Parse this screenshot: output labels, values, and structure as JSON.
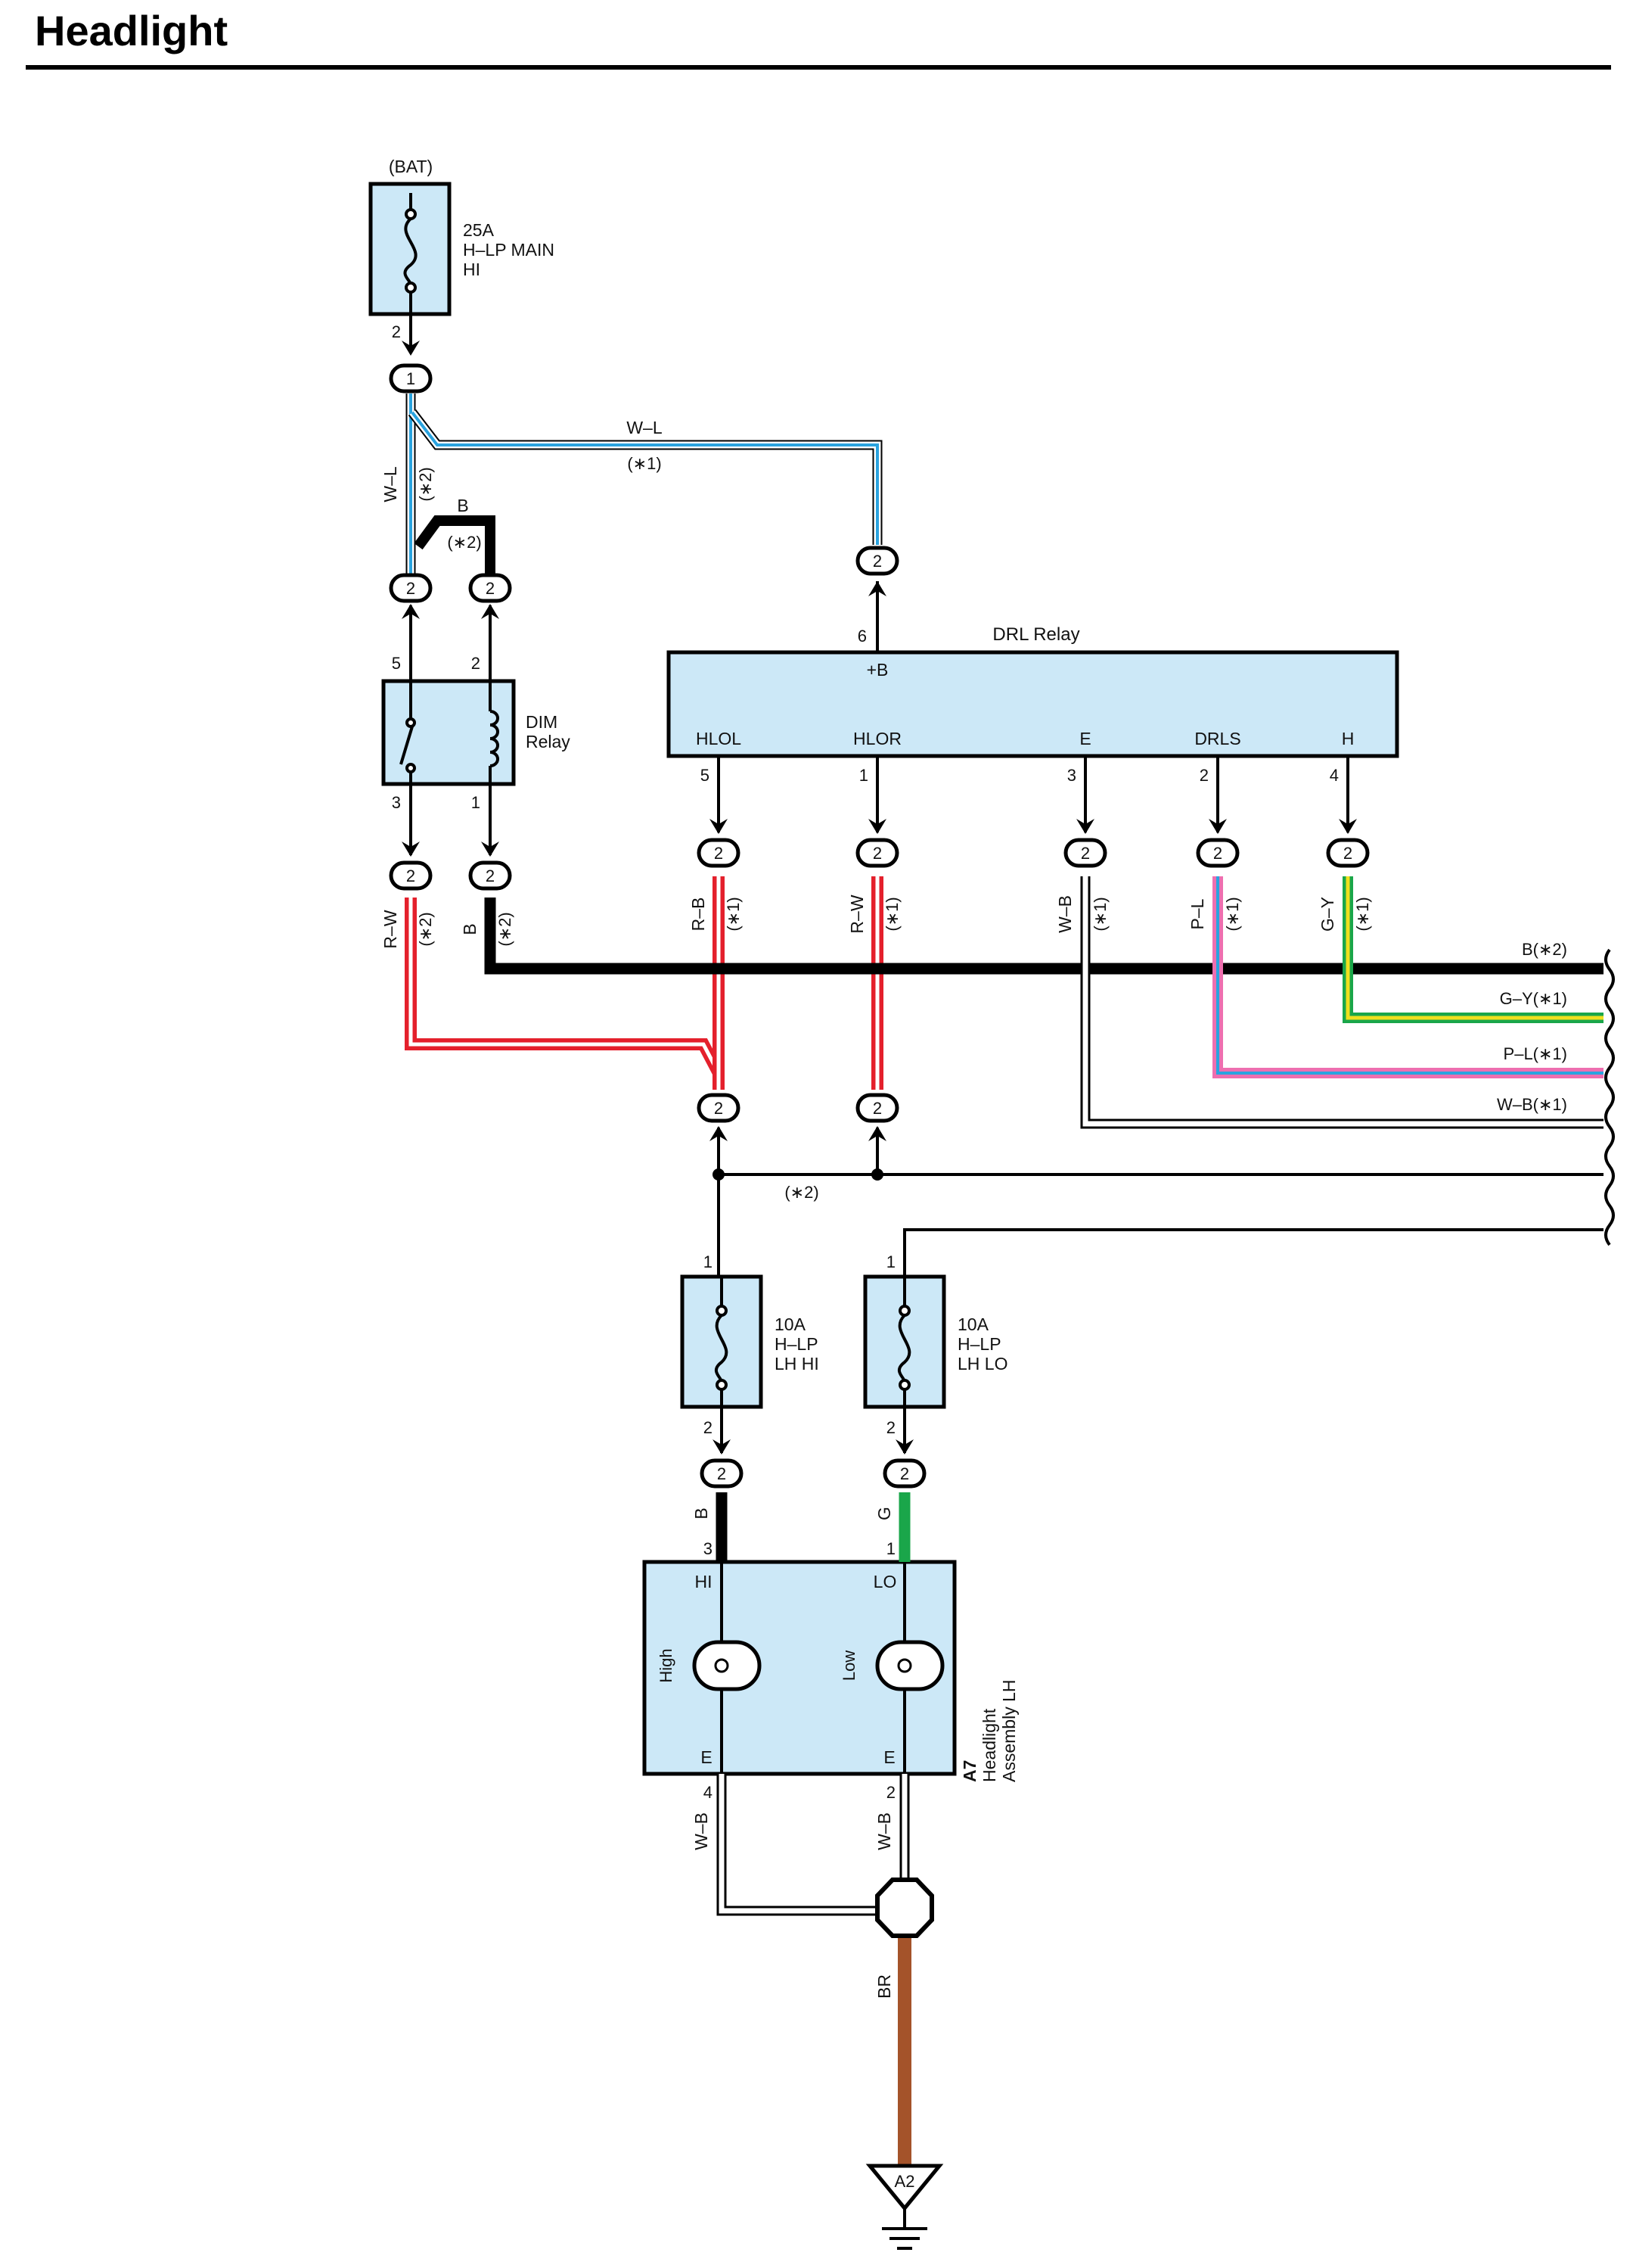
{
  "page": {
    "title": "Headlight"
  },
  "colors": {
    "box_fill": "#cce8f7",
    "white_blue": "#2aa3df",
    "red": "#e4202c",
    "black": "#000000",
    "green": "#1aa64a",
    "yellow": "#f0e01e",
    "pink": "#ee6fb0",
    "brown": "#a4532a",
    "white": "#ffffff"
  },
  "battery": {
    "label": "(BAT)"
  },
  "fuses": {
    "main": {
      "rating": "25A",
      "name1": "H–LP MAIN",
      "name2": "HI",
      "pin_out": "2"
    },
    "lh_hi": {
      "rating": "10A",
      "name1": "H–LP",
      "name2": "LH HI",
      "pin_in": "1",
      "pin_out": "2"
    },
    "lh_lo": {
      "rating": "10A",
      "name1": "H–LP",
      "name2": "LH LO",
      "pin_in": "1",
      "pin_out": "2"
    }
  },
  "connectors": {
    "c1": "1",
    "c2": "2",
    "c3": "2",
    "c4": "2",
    "c5": "2",
    "c6": "2",
    "c7": "2",
    "c8": "2",
    "c9": "2",
    "c10": "2",
    "c11": "2",
    "c12": "2",
    "c13": "2",
    "c14": "2",
    "c15": "2"
  },
  "wires": {
    "wl_vertical": "W–L",
    "note_wl_vertical": "(∗2)",
    "wl_top": "W–L",
    "note_wl_top": "(∗1)",
    "b_top": "B",
    "note_b_top": "(∗2)",
    "rw_dim": "R–W",
    "note_rw_dim": "(∗2)",
    "b_dim": "B",
    "note_b_dim": "(∗2)",
    "rb": "R–B",
    "note_rb": "(∗1)",
    "rw_drl": "R–W",
    "note_rw_drl": "(∗1)",
    "wb_drl": "W–B",
    "note_wb_drl": "(∗1)",
    "pl": "P–L",
    "note_pl": "(∗1)",
    "gy": "G–Y",
    "note_gy": "(∗1)",
    "bus_note": "(∗2)",
    "b_hi": "B",
    "g_lo": "G",
    "wb_left": "W–B",
    "wb_right": "W–B",
    "br": "BR"
  },
  "right_labels": [
    "B(∗2)",
    "G–Y(∗1)",
    "P–L(∗1)",
    "W–B(∗1)"
  ],
  "dim_relay": {
    "name1": "DIM",
    "name2": "Relay",
    "pin_5": "5",
    "pin_2": "2",
    "pin_3": "3",
    "pin_1": "1"
  },
  "drl_relay": {
    "name": "DRL Relay",
    "b_label": "+B",
    "b_pin": "6",
    "terminals": [
      {
        "label": "HLOL",
        "pin": "5"
      },
      {
        "label": "HLOR",
        "pin": "1"
      },
      {
        "label": "E",
        "pin": "3"
      },
      {
        "label": "DRLS",
        "pin": "2"
      },
      {
        "label": "H",
        "pin": "4"
      }
    ]
  },
  "headlight": {
    "id": "A7",
    "name1": "Headlight",
    "name2": "Assembly LH",
    "hi_label": "HI",
    "lo_label": "LO",
    "high": "High",
    "low": "Low",
    "e_left": "E",
    "e_right": "E",
    "pin_hi": "3",
    "pin_lo": "1",
    "pin_e_left": "4",
    "pin_e_right": "2"
  },
  "ground": {
    "id": "A2"
  }
}
